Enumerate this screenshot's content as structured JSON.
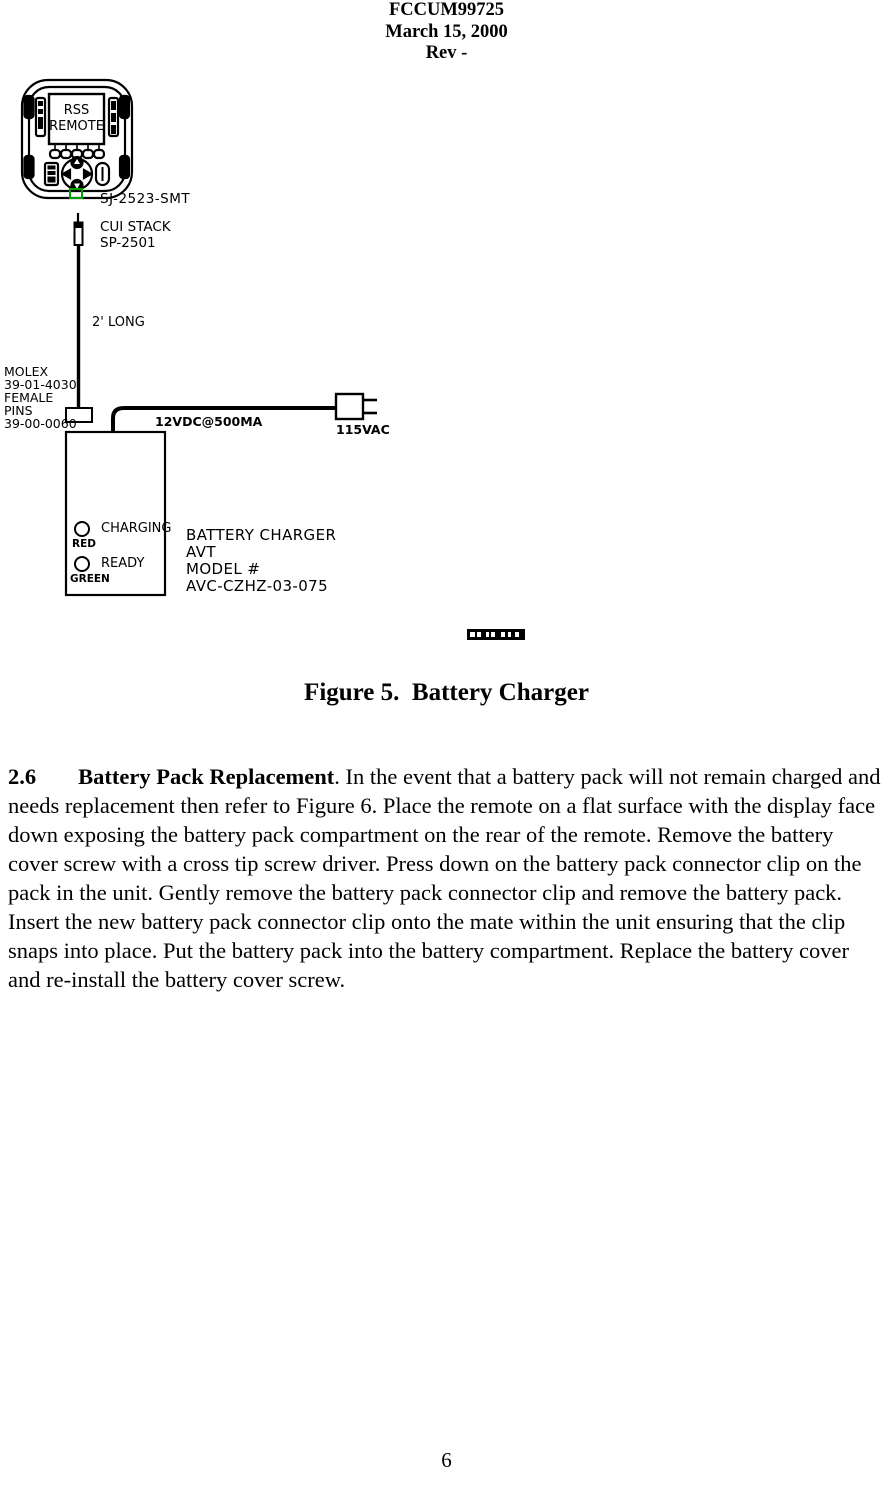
{
  "header": {
    "doc_id": "FCCUM99725",
    "date": "March 15, 2000",
    "revision": "Rev -"
  },
  "figure": {
    "caption": "Figure 5.  Battery Charger",
    "remote": {
      "display_line1": "RSS",
      "display_line2": "REMOTE",
      "part_label": "SJ-2523-SMT"
    },
    "plug_label_line1": "CUI STACK",
    "plug_label_line2": "SP-2501",
    "cable_length_label": "2' LONG",
    "molex": {
      "line1": "MOLEX",
      "line2": "39-01-4030",
      "line3": "FEMALE",
      "line4": "PINS",
      "line5": "39-00-0060"
    },
    "dc_label": "12VDC@500MA",
    "ac_label": "115VAC",
    "charger_box": {
      "led1_label": "CHARGING",
      "led1_color_label": "RED",
      "led2_label": "READY",
      "led2_color_label": "GREEN"
    },
    "charger_model": {
      "line1": "BATTERY  CHARGER",
      "line2": "AVT",
      "line3": "MODEL  #",
      "line4": "AVC-CZHZ-03-075"
    }
  },
  "section": {
    "number": "2.6",
    "title": "Battery Pack Replacement",
    "body": ". In the event that a battery pack will not remain charged and needs replacement then refer to Figure 6. Place the remote on a flat surface with the display face down exposing the battery pack compartment on the rear of the remote. Remove the battery cover screw with a  cross tip screw driver. Press down on the battery pack connector clip on the pack in the unit. Gently remove the battery pack connector clip and remove the battery pack. Insert the new battery pack connector clip onto the mate within the unit ensuring that the clip snaps into place. Put the battery pack into the battery compartment. Replace the battery cover and re-install the battery cover screw."
  },
  "footer": {
    "page_number": "6"
  }
}
